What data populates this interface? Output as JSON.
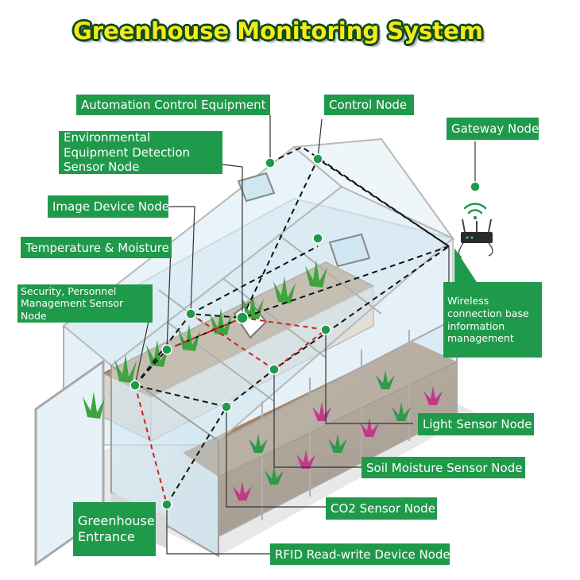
{
  "title": "Greenhouse Monitoring System",
  "colors": {
    "label_bg": "#1f9a4a",
    "title_fill": "#f5ea1a",
    "title_outline": "#0e4a1f",
    "node_dot": "#1f9a4a",
    "link_black": "#111111",
    "link_red": "#d02020"
  },
  "labels": {
    "automation": "Automation Control Equipment",
    "control_node": "Control Node",
    "gateway_node": "Gateway Node",
    "env_detection": "Environmental Equipment Detection Sensor Node",
    "image_device": "Image Device Node",
    "temp_moisture": "Temperature & Moisture",
    "security": "Security, Personnel Management Sensor Node",
    "wireless": "Wireless connection base information management",
    "light_sensor": "Light Sensor Node",
    "soil_moisture": "Soil Moisture Sensor Node",
    "co2_sensor": "CO2 Sensor Node",
    "entrance": "Greenhouse Entrance",
    "rfid": "RFID Read-write Device Node"
  },
  "icons": [
    "wifi-icon",
    "router-icon"
  ]
}
